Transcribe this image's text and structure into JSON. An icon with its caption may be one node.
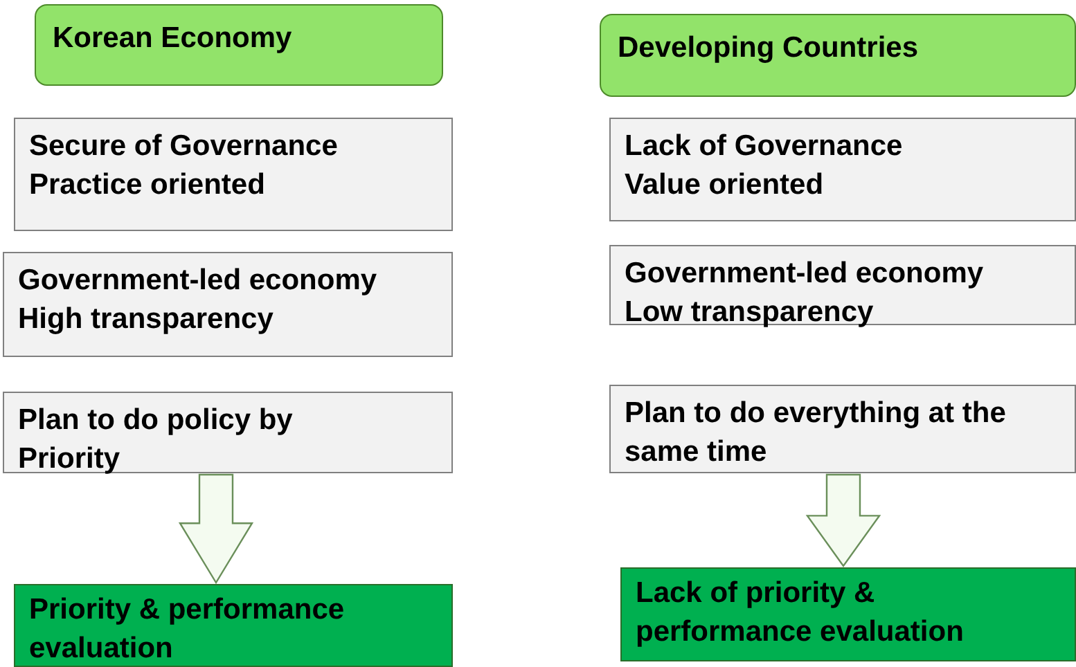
{
  "diagram": {
    "nodes": [
      {
        "text": [
          "Korean Economy"
        ]
      },
      {
        "text": [
          "Secure of Governance Practice oriented"
        ]
      },
      {
        "text": [
          "Government-led economy High transparency"
        ]
      },
      {
        "text": [
          "Plan to do policy by Priority"
        ]
      },
      {
        "text": [
          "Priority & performance evaluation"
        ]
      },
      {
        "text": [
          "Developing Countries"
        ]
      },
      {
        "text": [
          "Lack of Governance Value oriented"
        ]
      },
      {
        "text": [
          "Government-led economy Low transparency"
        ]
      },
      {
        "text": [
          "Plan to do everything at the same time"
        ]
      },
      {
        "text": [
          "Lack of priority & performance evaluation"
        ]
      }
    ],
    "edges": [
      {
        "from": 3,
        "to": 4,
        "arrow": "to"
      },
      {
        "from": 8,
        "to": 9,
        "arrow": "to"
      }
    ]
  }
}
